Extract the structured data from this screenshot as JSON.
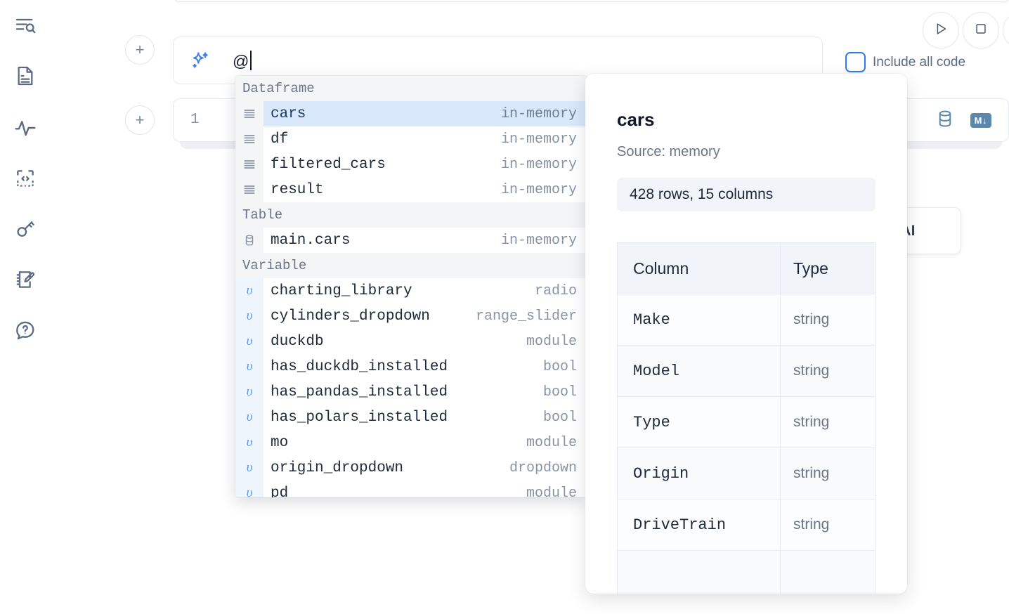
{
  "sidebar": {
    "items": [
      {
        "icon": "outline-search-icon",
        "name": "outline-panel"
      },
      {
        "icon": "document-icon",
        "name": "notebook-panel"
      },
      {
        "icon": "activity-icon",
        "name": "activity-panel"
      },
      {
        "icon": "code-snippet-icon",
        "name": "snippets-panel"
      },
      {
        "icon": "key-icon",
        "name": "secrets-panel"
      },
      {
        "icon": "notepad-edit-icon",
        "name": "scratchpad-panel"
      },
      {
        "icon": "help-chat-icon",
        "name": "help-panel"
      }
    ]
  },
  "toolbar": {
    "add_cell_label": "+",
    "run_label": "run-icon",
    "stop_label": "stop-icon",
    "include_all_code_label": "Include all code",
    "include_all_code_checked": false,
    "with_ai_label": "h AI"
  },
  "prompt": {
    "value": "@",
    "icon": "sparkles-icon"
  },
  "cell": {
    "line_number": "1",
    "database_icon": "database-icon",
    "markdown_badge": "M↓"
  },
  "autocomplete": {
    "groups": [
      {
        "label": "Dataframe",
        "kind": "dataframe",
        "items": [
          {
            "name": "cars",
            "type": "in-memory",
            "selected": true
          },
          {
            "name": "df",
            "type": "in-memory",
            "selected": false
          },
          {
            "name": "filtered_cars",
            "type": "in-memory",
            "selected": false
          },
          {
            "name": "result",
            "type": "in-memory",
            "selected": false
          }
        ]
      },
      {
        "label": "Table",
        "kind": "table",
        "items": [
          {
            "name": "main.cars",
            "type": "in-memory",
            "selected": false
          }
        ]
      },
      {
        "label": "Variable",
        "kind": "variable",
        "items": [
          {
            "name": "charting_library",
            "type": "radio",
            "selected": false
          },
          {
            "name": "cylinders_dropdown",
            "type": "range_slider",
            "selected": false
          },
          {
            "name": "duckdb",
            "type": "module",
            "selected": false
          },
          {
            "name": "has_duckdb_installed",
            "type": "bool",
            "selected": false
          },
          {
            "name": "has_pandas_installed",
            "type": "bool",
            "selected": false
          },
          {
            "name": "has_polars_installed",
            "type": "bool",
            "selected": false
          },
          {
            "name": "mo",
            "type": "module",
            "selected": false
          },
          {
            "name": "origin_dropdown",
            "type": "dropdown",
            "selected": false
          },
          {
            "name": "pd",
            "type": "module",
            "selected": false
          }
        ]
      }
    ]
  },
  "info_card": {
    "title": "cars",
    "source": "Source: memory",
    "shape": "428 rows, 15 columns",
    "columns_header": "Column",
    "type_header": "Type",
    "rows": [
      {
        "column": "Make",
        "type": "string"
      },
      {
        "column": "Model",
        "type": "string"
      },
      {
        "column": "Type",
        "type": "string"
      },
      {
        "column": "Origin",
        "type": "string"
      },
      {
        "column": "DriveTrain",
        "type": "string"
      },
      {
        "column": "",
        "type": ""
      }
    ]
  },
  "colors": {
    "accent": "#3b82f6",
    "selection": "#d9e8fb",
    "group_header_bg": "#f3f5f7",
    "muted_text": "#8a93a3",
    "icon": "#5b6a82",
    "db_icon": "#5b87ad"
  }
}
